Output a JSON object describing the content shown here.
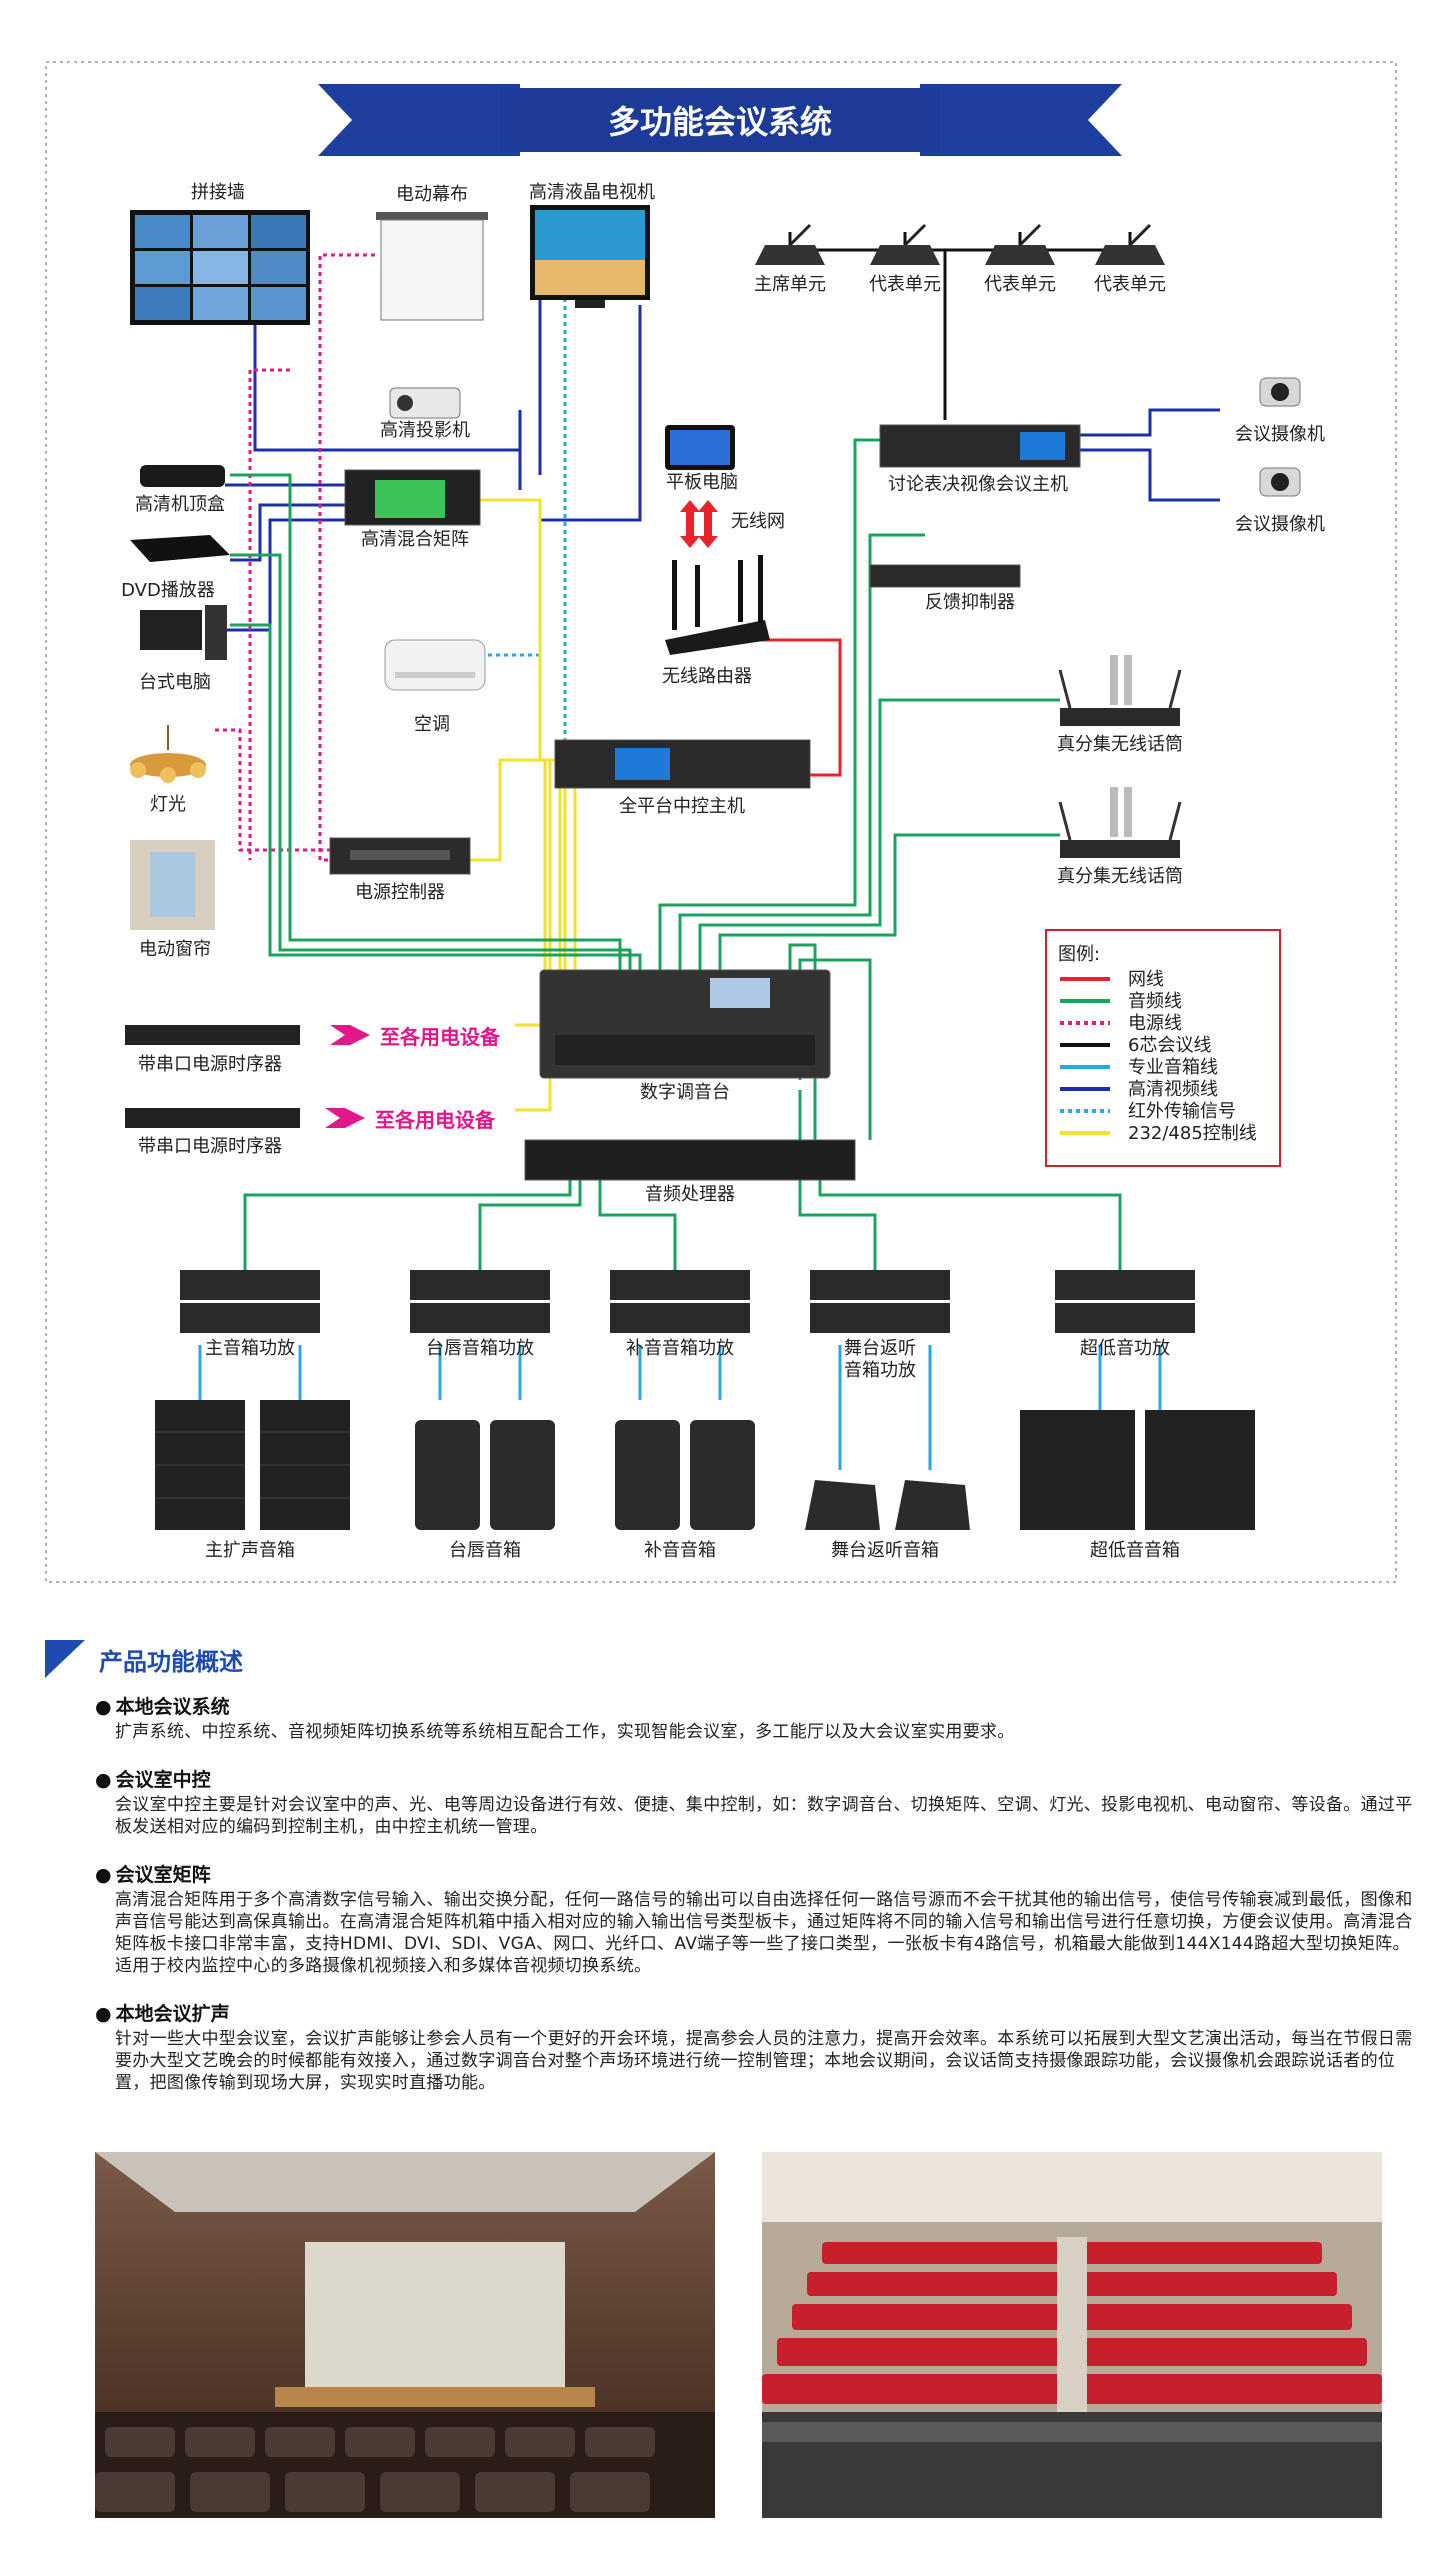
{
  "title": "多功能会议系统",
  "devices": {
    "video_wall": "拼接墙",
    "screen": "电动幕布",
    "lcd_tv": "高清液晶电视机",
    "projector": "高清投影机",
    "set_top_box": "高清机顶盒",
    "matrix": "高清混合矩阵",
    "dvd": "DVD播放器",
    "desktop_pc": "台式电脑",
    "tablet": "平板电脑",
    "wifi": "无线网",
    "router": "无线路由器",
    "ac": "空调",
    "light": "灯光",
    "power_controller": "电源控制器",
    "curtain": "电动窗帘",
    "central_host": "全平台中控主机",
    "chair_unit": "主席单元",
    "delegate_unit": "代表单元",
    "camera": "会议摄像机",
    "conf_host": "讨论表决视像会议主机",
    "feedback": "反馈抑制器",
    "mic": "真分集无线话筒",
    "sequencer": "带串口电源时序器",
    "to_equipment": "至各用电设备",
    "mixer": "数字调音台",
    "processor": "音频处理器",
    "amp_main": "主音箱功放",
    "amp_stage_lip": "台唇音箱功放",
    "amp_fill": "补音音箱功放",
    "amp_monitor_1": "舞台返听",
    "amp_monitor_2": "音箱功放",
    "amp_sub": "超低音功放",
    "spk_main": "主扩声音箱",
    "spk_stage_lip": "台唇音箱",
    "spk_fill": "补音音箱",
    "spk_monitor": "舞台返听音箱",
    "spk_sub": "超低音音箱"
  },
  "legend": {
    "title": "图例:",
    "items": [
      {
        "label": "网线",
        "color": "#e8232a",
        "style": "solid"
      },
      {
        "label": "音频线",
        "color": "#1ba35b",
        "style": "solid"
      },
      {
        "label": "电源线",
        "color": "#e0188a",
        "style": "dotted"
      },
      {
        "label": "6芯会议线",
        "color": "#111111",
        "style": "solid"
      },
      {
        "label": "专业音箱线",
        "color": "#2aa6e0",
        "style": "solid"
      },
      {
        "label": "高清视频线",
        "color": "#1a2fa8",
        "style": "solid"
      },
      {
        "label": "红外传输信号",
        "color": "#2aa6e0",
        "style": "dotted"
      },
      {
        "label": "232/485控制线",
        "color": "#f2e32a",
        "style": "solid"
      }
    ]
  },
  "section": {
    "title": "产品功能概述",
    "items": [
      {
        "heading": "本地会议系统",
        "text": "扩声系统、中控系统、音视频矩阵切换系统等系统相互配合工作，实现智能会议室，多工能厅以及大会议室实用要求。"
      },
      {
        "heading": "会议室中控",
        "text": "会议室中控主要是针对会议室中的声、光、电等周边设备进行有效、便捷、集中控制，如：数字调音台、切换矩阵、空调、灯光、投影电视机、电动窗帘、等设备。通过平板发送相对应的编码到控制主机，由中控主机统一管理。"
      },
      {
        "heading": "会议室矩阵",
        "text": "高清混合矩阵用于多个高清数字信号输入、输出交换分配，任何一路信号的输出可以自由选择任何一路信号源而不会干扰其他的输出信号，使信号传输衰减到最低，图像和声音信号能达到高保真输出。在高清混合矩阵机箱中插入相对应的输入输出信号类型板卡，通过矩阵将不同的输入信号和输出信号进行任意切换，方便会议使用。高清混合矩阵板卡接口非常丰富，支持HDMI、DVI、SDI、VGA、网口、光纤口、AV端子等一些了接口类型，一张板卡有4路信号，机箱最大能做到144X144路超大型切换矩阵。适用于校内监控中心的多路摄像机视频接入和多媒体音视频切换系统。"
      },
      {
        "heading": "本地会议扩声",
        "text": "针对一些大中型会议室，会议扩声能够让参会人员有一个更好的开会环境，提高参会人员的注意力，提高开会效率。本系统可以拓展到大型文艺演出活动，每当在节假日需要办大型文艺晚会的时候都能有效接入，通过数字调音台对整个声场环境进行统一控制管理；本地会议期间，会议话筒支持摄像跟踪功能，会议摄像机会跟踪说话者的位置，把图像传输到现场大屏，实现实时直播功能。"
      }
    ]
  }
}
